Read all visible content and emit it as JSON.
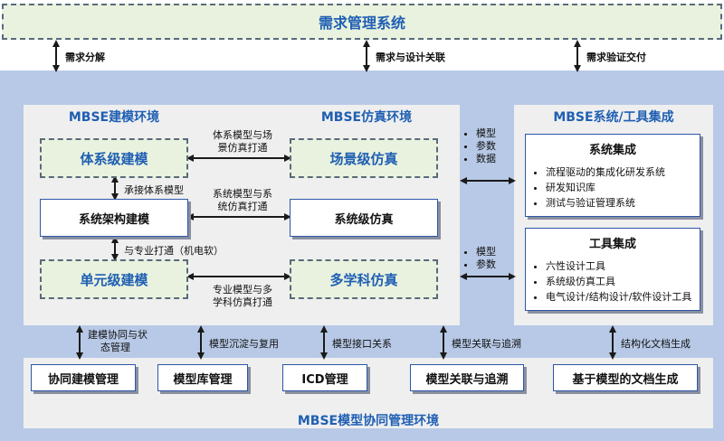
{
  "requirements": {
    "title": "需求管理系统",
    "links": [
      "需求分解",
      "需求与设计关联",
      "需求验证交付"
    ]
  },
  "modeling_env": {
    "title": "MBSE建模环境",
    "boxes": [
      "体系级建模",
      "系统架构建模",
      "单元级建模"
    ],
    "v_labels": [
      "承接体系模型",
      "与专业打通（机电软）"
    ]
  },
  "simulation_env": {
    "title": "MBSE仿真环境",
    "boxes": [
      "场景级仿真",
      "系统级仿真",
      "多学科仿真"
    ]
  },
  "h_links": {
    "l1": [
      "体系模型与场",
      "景仿真打通"
    ],
    "l2": [
      "系统模型与系",
      "统仿真打通"
    ],
    "l3": [
      "专业模型与多",
      "学科仿真打通"
    ]
  },
  "integration_env": {
    "title": "MBSE系统/工具集成",
    "links_top": [
      "模型",
      "参数",
      "数据"
    ],
    "links_bottom": [
      "模型",
      "参数"
    ],
    "system": {
      "title": "系统集成",
      "items": [
        "流程驱动的集成化研发系统",
        "研发知识库",
        "测试与验证管理系统"
      ]
    },
    "tools": {
      "title": "工具集成",
      "items": [
        "六性设计工具",
        "系统级仿真工具",
        "电气设计/结构设计/软件设计工具"
      ]
    }
  },
  "collab_env": {
    "title": "MBSE模型协同管理环境",
    "boxes": [
      "协同建模管理",
      "模型库管理",
      "ICD管理",
      "模型关联与追溯",
      "基于模型的文档生成"
    ],
    "links": [
      [
        "建模协同与状",
        "态管理"
      ],
      [
        "模型沉淀与复用"
      ],
      [
        "模型接口关系"
      ],
      [
        "模型关联与追溯"
      ],
      [
        "结构化文档生成"
      ]
    ]
  }
}
